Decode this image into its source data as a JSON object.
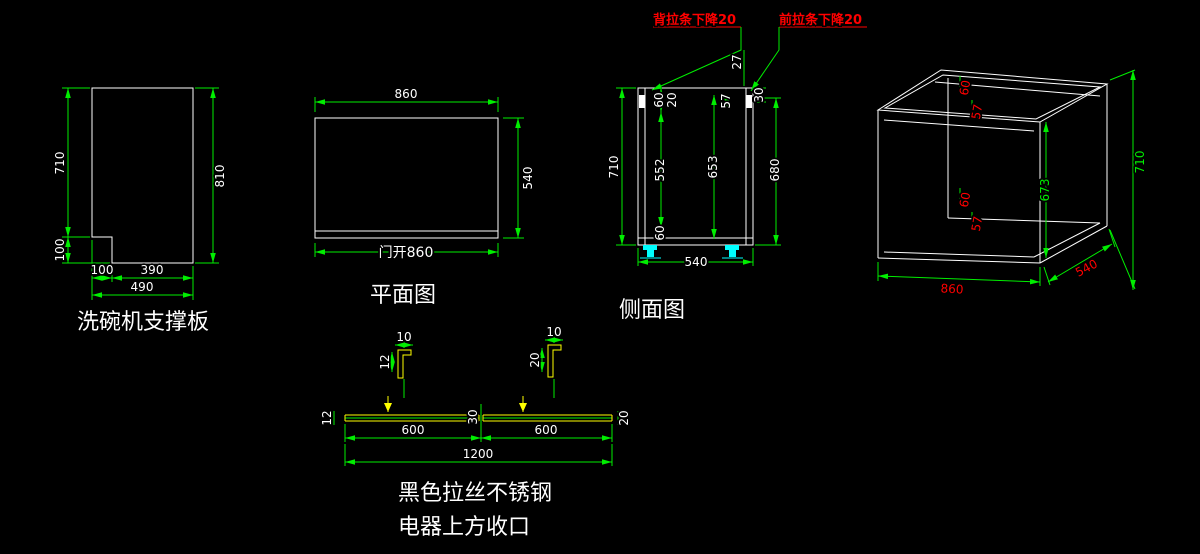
{
  "colors": {
    "background": "#000000",
    "outline": "#ffffff",
    "dimension": "#00ee00",
    "highlight": "#ff0000",
    "feet": "#00ffff",
    "detail": "#ffff00"
  },
  "support_plate": {
    "label": "洗碗机支撑板",
    "dim_710": "710",
    "dim_100_v": "100",
    "dim_810": "810",
    "dim_100_h": "100",
    "dim_390": "390",
    "dim_490": "490"
  },
  "plan": {
    "label": "平面图",
    "dim_860": "860",
    "dim_540": "540",
    "door_label": "门开860"
  },
  "side": {
    "label": "侧面图",
    "callout_back": "背拉条下降20",
    "callout_front": "前拉条下降20",
    "dim_710": "710",
    "dim_60_top": "60",
    "dim_20": "20",
    "dim_552": "552",
    "dim_60_bottom": "60",
    "dim_653": "653",
    "dim_57": "57",
    "dim_27": "27",
    "dim_30": "30",
    "dim_680": "680",
    "dim_540": "540"
  },
  "iso": {
    "dim_710": "710",
    "dim_673": "673",
    "dim_860": "860",
    "dim_540": "540",
    "rail_60_top": "60",
    "rail_57_top": "57",
    "rail_60_mid": "60",
    "rail_57_mid": "57"
  },
  "strip": {
    "label_line1": "黑色拉丝不锈钢",
    "label_line2": "电器上方收口",
    "det_left_10": "10",
    "det_left_12": "12",
    "det_right_10": "10",
    "det_right_20": "20",
    "end_left_12": "12",
    "seg_left_600": "600",
    "mid_30": "30",
    "seg_right_600": "600",
    "end_right_20": "20",
    "total_1200": "1200"
  }
}
